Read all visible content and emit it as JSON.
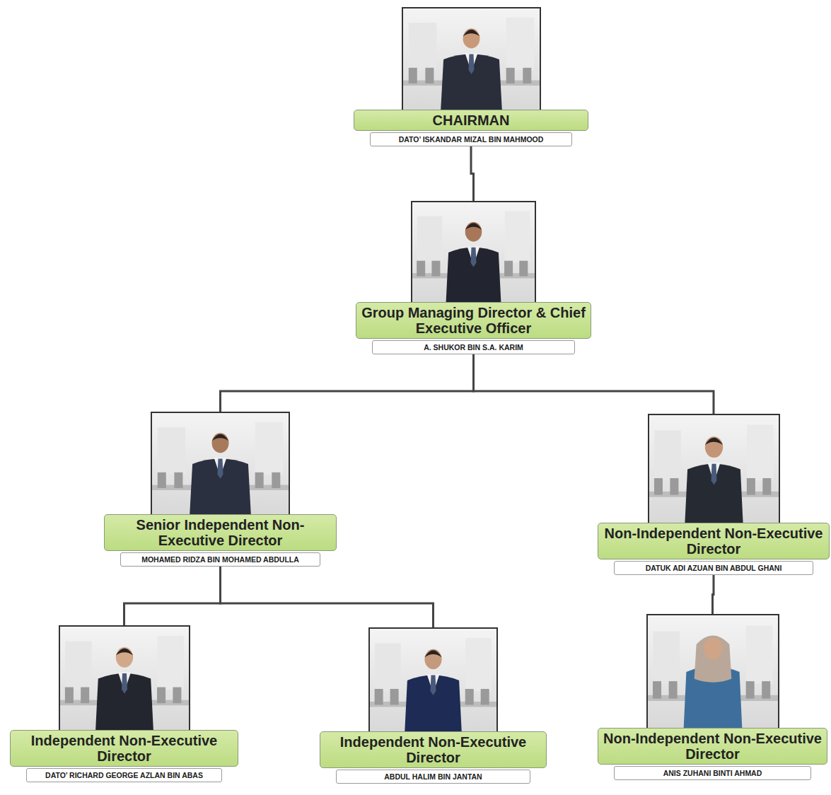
{
  "diagram": {
    "nodes": [
      {
        "text": [
          "CHAIRMAN",
          "DATO’ ISKANDAR MIZAL BIN MAHMOOD"
        ]
      },
      {
        "text": [
          "Group Managing Director & Chief Executive Officer",
          "A. SHUKOR BIN S.A. KARIM"
        ]
      },
      {
        "text": [
          "Senior Independent Non-Executive Director",
          "MOHAMED RIDZA BIN MOHAMED ABDULLA"
        ]
      },
      {
        "text": [
          "Non-Independent Non-Executive Director",
          "DATUK ADI AZUAN BIN ABDUL GHANI"
        ]
      },
      {
        "text": [
          "Independent Non-Executive Director",
          "DATO’ RICHARD GEORGE AZLAN BIN ABAS"
        ]
      },
      {
        "text": [
          "Independent Non-Executive Director",
          "ABDUL HALIM BIN JANTAN"
        ]
      },
      {
        "text": [
          "Non-Independent Non-Executive Director",
          "ANIS ZUHANI BINTI AHMAD"
        ]
      }
    ],
    "edges": [
      {
        "from": 0,
        "to": 1,
        "arrow": "none"
      },
      {
        "from": 1,
        "to": 2,
        "arrow": "none"
      },
      {
        "from": 1,
        "to": 3,
        "arrow": "none"
      },
      {
        "from": 2,
        "to": 4,
        "arrow": "none"
      },
      {
        "from": 2,
        "to": 5,
        "arrow": "none"
      },
      {
        "from": 3,
        "to": 6,
        "arrow": "none"
      }
    ]
  }
}
